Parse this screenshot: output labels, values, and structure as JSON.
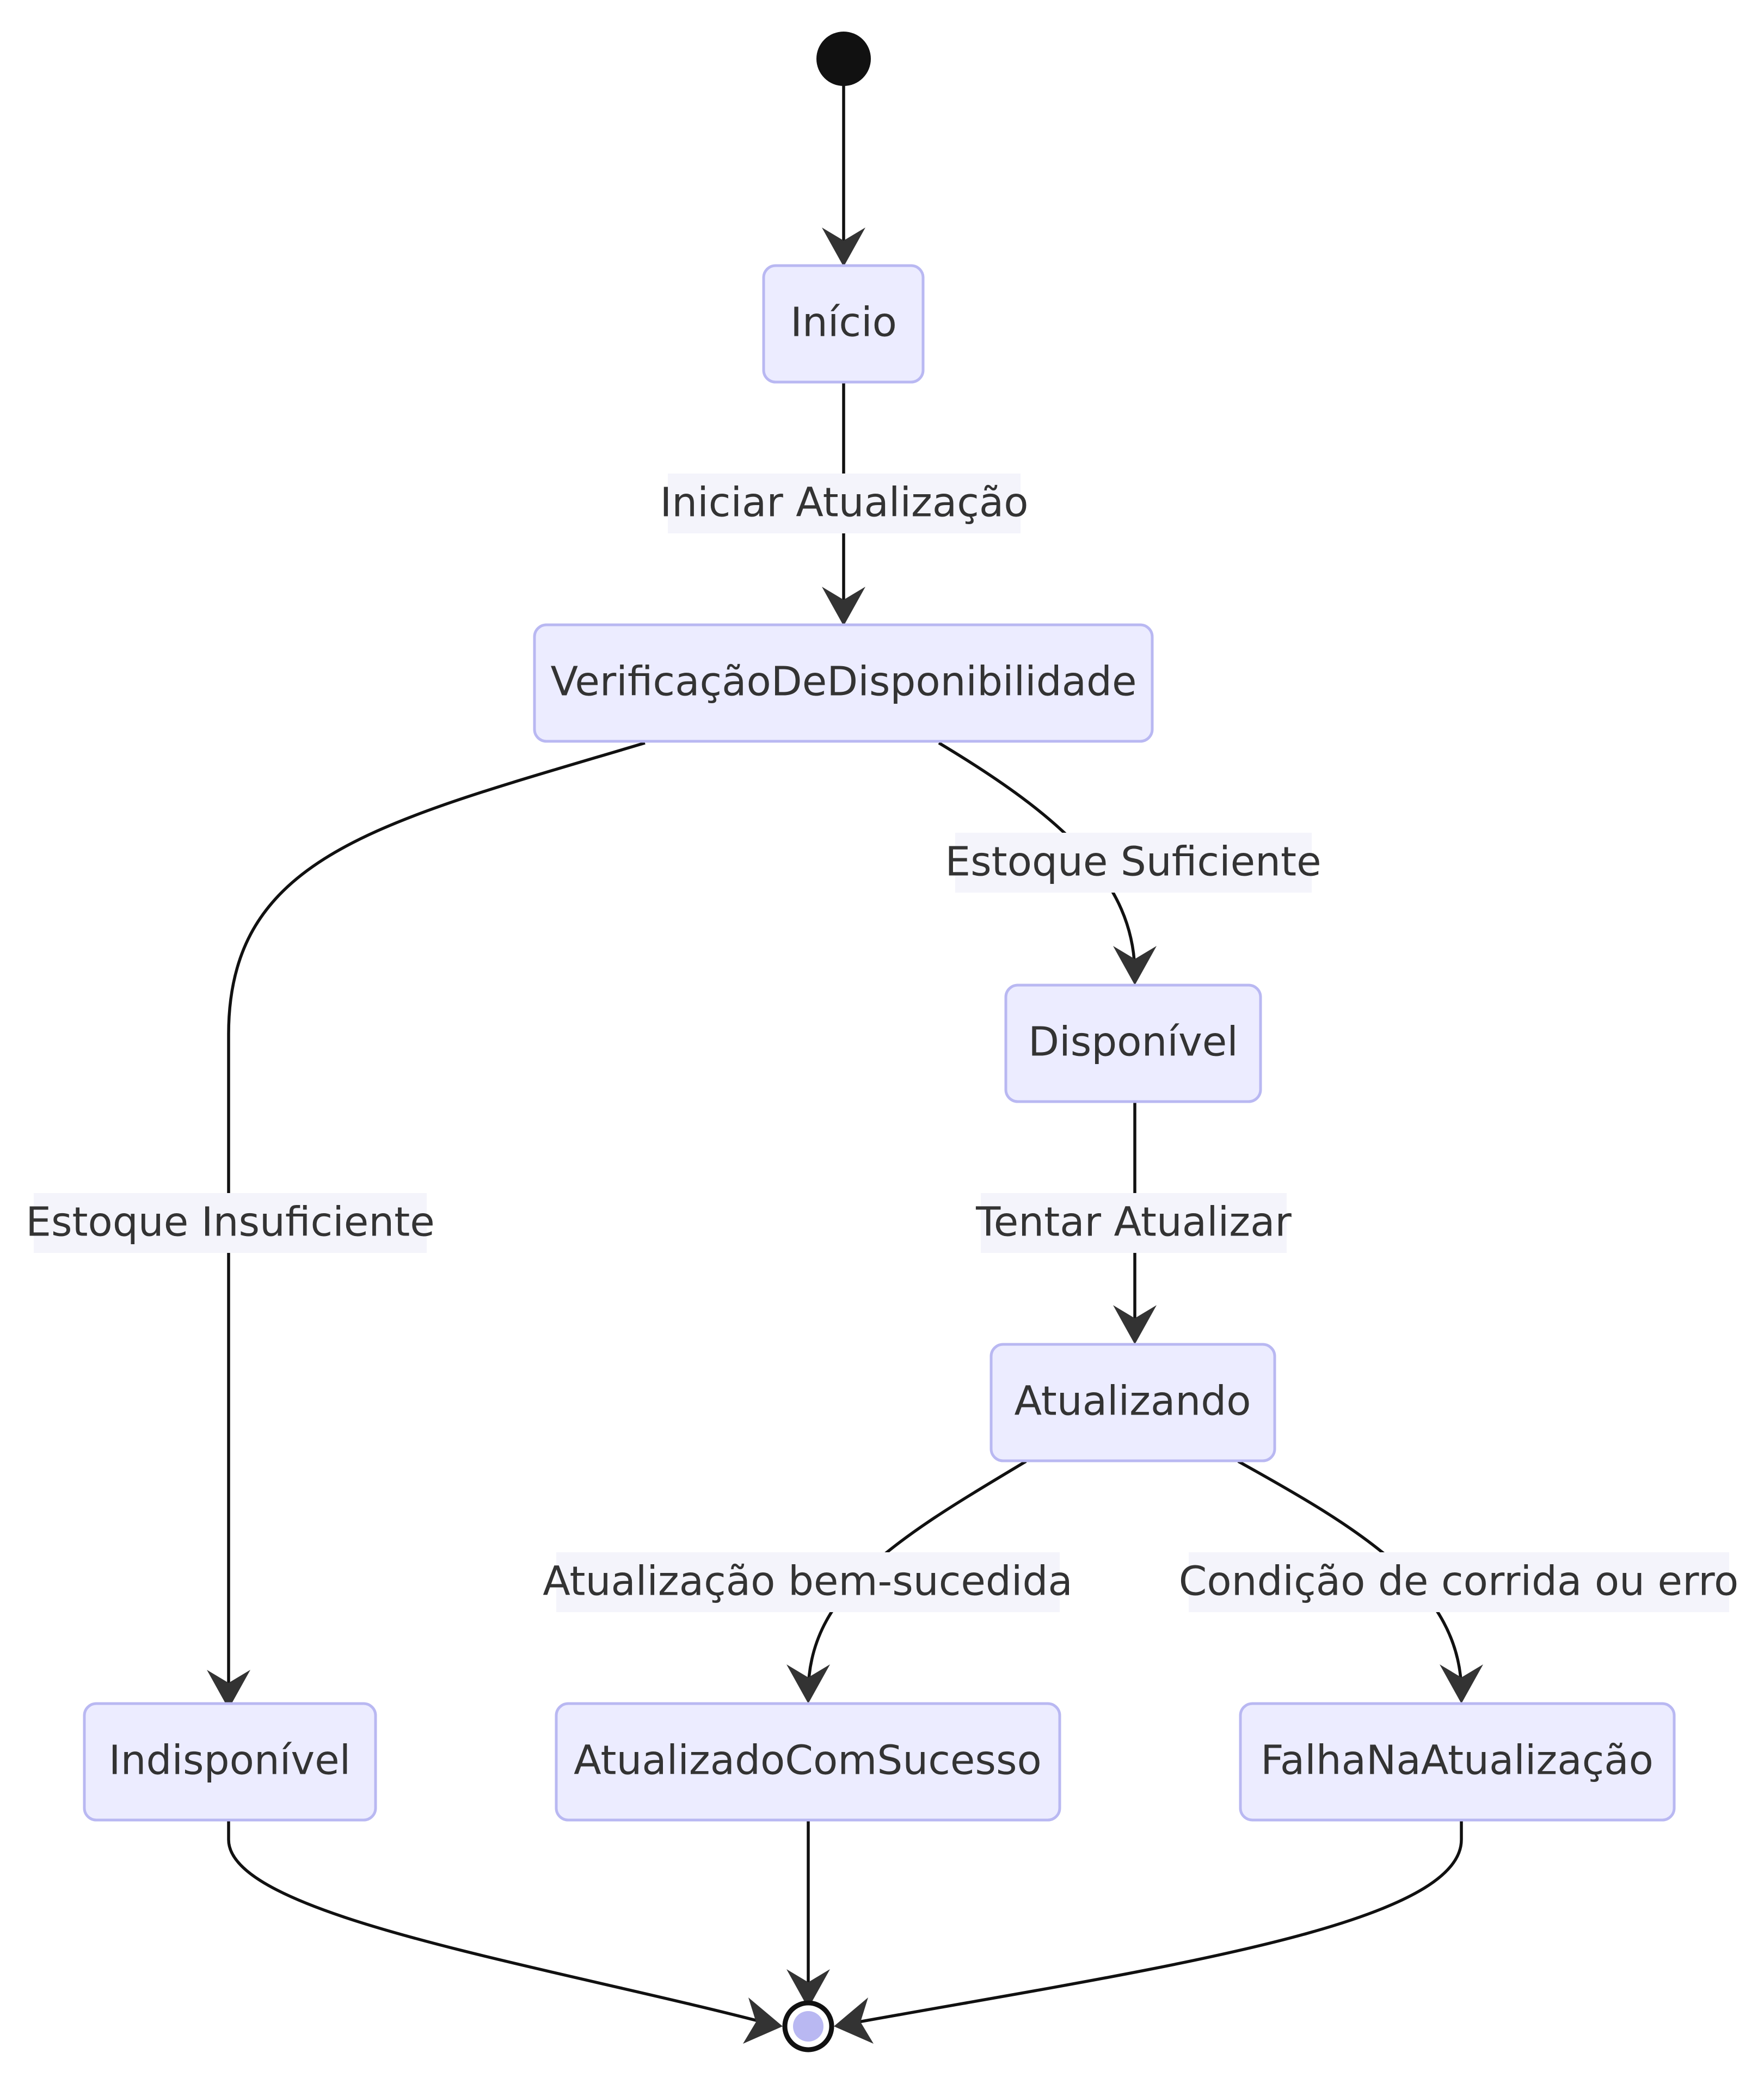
{
  "diagram": {
    "type": "state-diagram",
    "colors": {
      "node_fill": "#ECECFF",
      "node_stroke": "#B9B8F2",
      "edge": "#111111",
      "label_bg": "#F4F4FB",
      "start": "#111111",
      "end_inner": "#B9B8F2"
    },
    "states": {
      "inicio": "Início",
      "verificacao": "VerificaçãoDeDisponibilidade",
      "disponivel": "Disponível",
      "atualizando": "Atualizando",
      "indisponivel": "Indisponível",
      "sucesso": "AtualizadoComSucesso",
      "falha": "FalhaNaAtualização"
    },
    "transitions": {
      "iniciar": "Iniciar Atualização",
      "suficiente": "Estoque Suficiente",
      "insuficiente": "Estoque Insuficiente",
      "tentar": "Tentar Atualizar",
      "bem_sucedida": "Atualização bem-sucedida",
      "corrida": "Condição de corrida ou erro"
    }
  }
}
